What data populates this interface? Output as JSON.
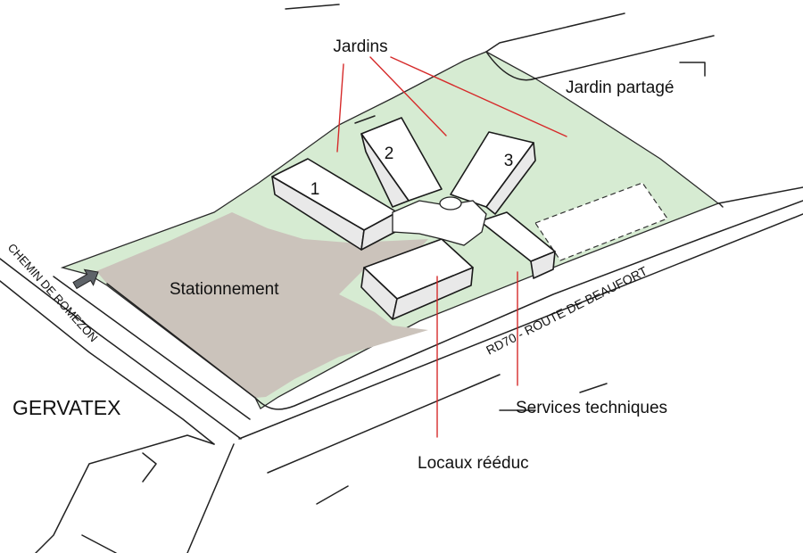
{
  "labels": {
    "jardins": "Jardins",
    "jardin_partage": "Jardin partagé",
    "stationnement": "Stationnement",
    "chemin": "CHEMIN DE ROMEZON",
    "route": "RD70 - ROUTE DE BEAUFORT",
    "gervatex": "GERVATEX",
    "services": "Services techniques",
    "locaux": "Locaux rééduc",
    "b1": "1",
    "b2": "2",
    "b3": "3"
  },
  "colors": {
    "garden": "#d6ebd2",
    "parking": "#cbc3bb",
    "leader": "#d62a2a",
    "arrow": "#5e6368",
    "roof_light": "#ffffff",
    "roof_shade": "#e9e9e9"
  },
  "icons": {
    "entrance": "entrance-arrow-icon"
  }
}
